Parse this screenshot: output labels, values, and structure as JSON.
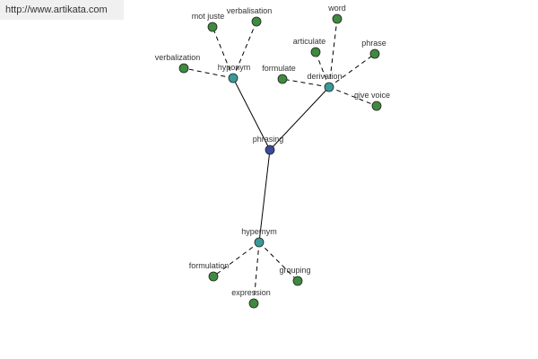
{
  "watermark": "http://www.artikata.com",
  "colors": {
    "center": "#3a4a9a",
    "relation": "#3a9a9a",
    "leaf": "#3f8a3f",
    "edge": "#000000"
  },
  "nodes": [
    {
      "id": "phrasing",
      "label": "phrasing",
      "kind": "center"
    },
    {
      "id": "hyponym",
      "label": "hyponym",
      "kind": "relation"
    },
    {
      "id": "derivation",
      "label": "derivation",
      "kind": "relation"
    },
    {
      "id": "hypernym",
      "label": "hypernym",
      "kind": "relation"
    },
    {
      "id": "mot-juste",
      "label": "mot juste",
      "kind": "leaf"
    },
    {
      "id": "verbalisation",
      "label": "verbalisation",
      "kind": "leaf"
    },
    {
      "id": "verbalization",
      "label": "verbalization",
      "kind": "leaf"
    },
    {
      "id": "word",
      "label": "word",
      "kind": "leaf"
    },
    {
      "id": "articulate",
      "label": "articulate",
      "kind": "leaf"
    },
    {
      "id": "phrase",
      "label": "phrase",
      "kind": "leaf"
    },
    {
      "id": "formulate",
      "label": "formulate",
      "kind": "leaf"
    },
    {
      "id": "give-voice",
      "label": "give voice",
      "kind": "leaf"
    },
    {
      "id": "formulation",
      "label": "formulation",
      "kind": "leaf"
    },
    {
      "id": "grouping",
      "label": "grouping",
      "kind": "leaf"
    },
    {
      "id": "expression",
      "label": "expression",
      "kind": "leaf"
    }
  ],
  "edges": [
    {
      "from": "phrasing",
      "to": "hyponym",
      "style": "solid"
    },
    {
      "from": "phrasing",
      "to": "derivation",
      "style": "solid"
    },
    {
      "from": "phrasing",
      "to": "hypernym",
      "style": "solid"
    },
    {
      "from": "hyponym",
      "to": "mot-juste",
      "style": "dashed"
    },
    {
      "from": "hyponym",
      "to": "verbalisation",
      "style": "dashed"
    },
    {
      "from": "hyponym",
      "to": "verbalization",
      "style": "dashed"
    },
    {
      "from": "derivation",
      "to": "word",
      "style": "dashed"
    },
    {
      "from": "derivation",
      "to": "articulate",
      "style": "dashed"
    },
    {
      "from": "derivation",
      "to": "phrase",
      "style": "dashed"
    },
    {
      "from": "derivation",
      "to": "formulate",
      "style": "dashed"
    },
    {
      "from": "derivation",
      "to": "give-voice",
      "style": "dashed"
    },
    {
      "from": "hypernym",
      "to": "formulation",
      "style": "dashed"
    },
    {
      "from": "hypernym",
      "to": "grouping",
      "style": "dashed"
    },
    {
      "from": "hypernym",
      "to": "expression",
      "style": "dashed"
    }
  ]
}
